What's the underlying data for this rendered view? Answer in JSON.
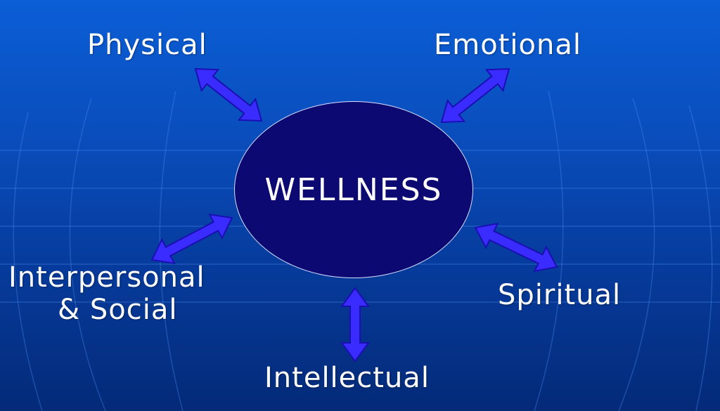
{
  "colors": {
    "arrow": "#3a2cff",
    "arrow_stroke": "#1a0fb0",
    "hub_fill": "#0c0a72"
  },
  "hub": {
    "label": "WELLNESS"
  },
  "dimensions": {
    "physical": "Physical",
    "emotional": "Emotional",
    "interpersonal_line1": "Interpersonal",
    "interpersonal_line2": "& Social",
    "spiritual": "Spiritual",
    "intellectual": "Intellectual"
  }
}
